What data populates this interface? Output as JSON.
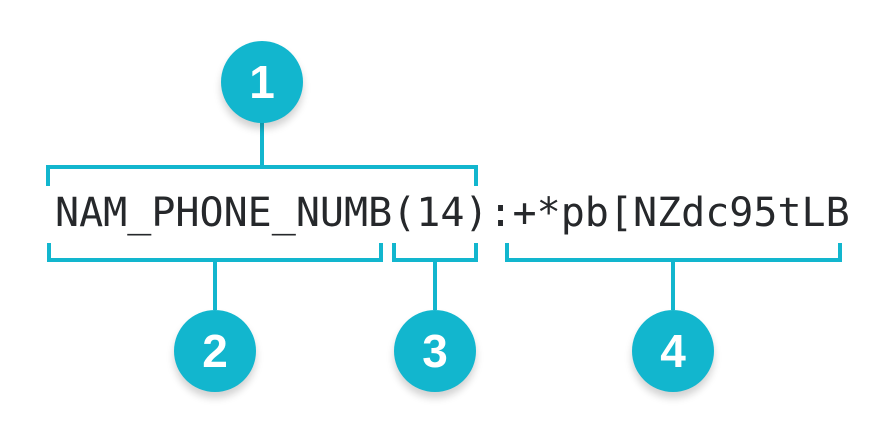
{
  "diagram": {
    "code_string": "NAM_PHONE_NUMB(14):+*pb[NZdc95tLB",
    "callouts": [
      {
        "number": "1",
        "span_text": "NAM_PHONE_NUMB(14)",
        "position": "above"
      },
      {
        "number": "2",
        "span_text": "NAM_PHONE_NUMB",
        "position": "below"
      },
      {
        "number": "3",
        "span_text": "(14)",
        "position": "below"
      },
      {
        "number": "4",
        "span_text": "+*pb[NZdc95tLB",
        "position": "below"
      }
    ],
    "colors": {
      "accent": "#12b6ce",
      "code_text": "#26282b",
      "badge_number": "#ffffff",
      "background": "#ffffff"
    }
  }
}
